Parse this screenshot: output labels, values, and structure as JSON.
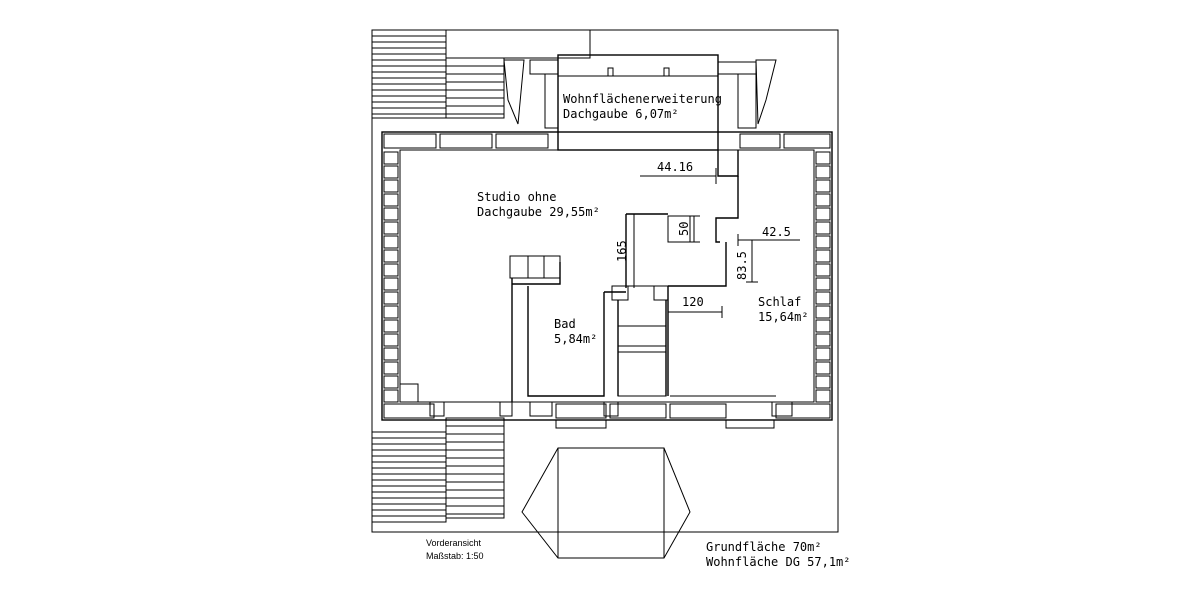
{
  "rooms": {
    "extension_name": "Wohnflächenerweiterung",
    "extension_area": "Dachgaube 6,07m²",
    "studio_name": "Studio ohne",
    "studio_area": "Dachgaube 29,55m²",
    "bath_name": "Bad",
    "bath_area": "5,84m²",
    "bedroom_name": "Schlaf",
    "bedroom_area": "15,64m²"
  },
  "dimensions": {
    "d_44_16": "44.16",
    "d_50": "50",
    "d_42_5": "42.5",
    "d_165": "165",
    "d_83_5": "83.5",
    "d_120": "120"
  },
  "legend": {
    "view": "Vorderansicht",
    "scale": "Maßstab: 1:50"
  },
  "totals": {
    "gross_area": "Grundfläche 70m²",
    "living_area": "Wohnfläche DG 57,1m²"
  }
}
